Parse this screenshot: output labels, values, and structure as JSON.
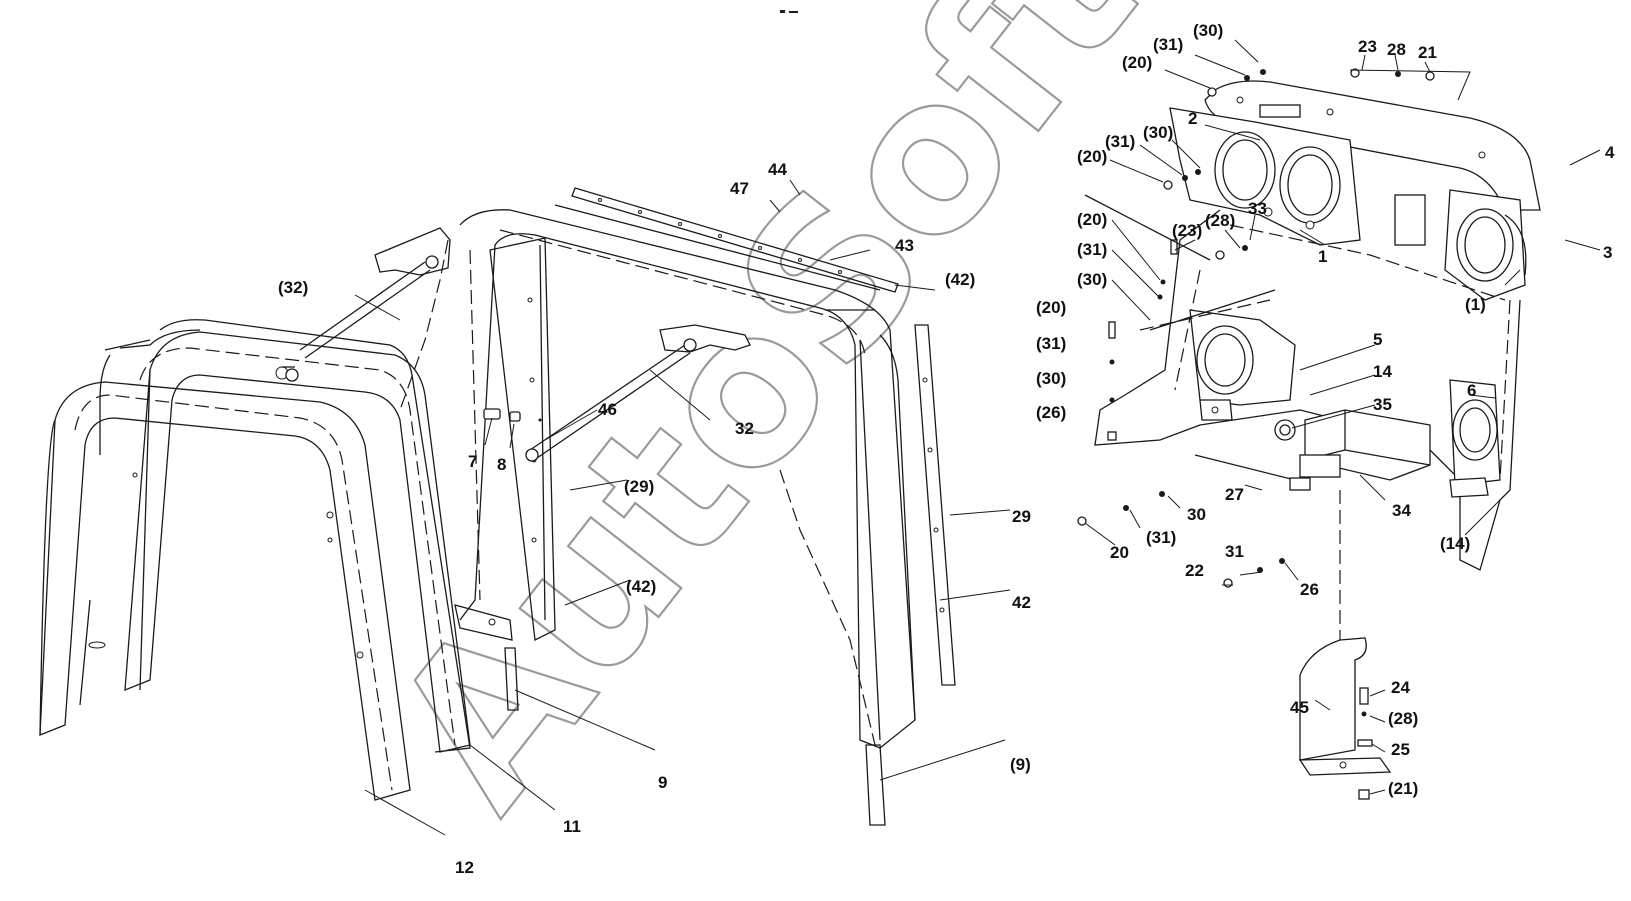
{
  "watermark": "AutoSoft",
  "callouts": [
    {
      "id": "c-30-top",
      "text": "(30)"
    },
    {
      "id": "c-31-top",
      "text": "(31)"
    },
    {
      "id": "c-20-top",
      "text": "(20)"
    },
    {
      "id": "c-23-top",
      "text": "23"
    },
    {
      "id": "c-28-top",
      "text": "28"
    },
    {
      "id": "c-21-top",
      "text": "21"
    },
    {
      "id": "c-2",
      "text": "2"
    },
    {
      "id": "c-30-b",
      "text": "(30)"
    },
    {
      "id": "c-31-b",
      "text": "(31)"
    },
    {
      "id": "c-20-b",
      "text": "(20)"
    },
    {
      "id": "c-4",
      "text": "4"
    },
    {
      "id": "c-3",
      "text": "3"
    },
    {
      "id": "c-1b",
      "text": "(1)"
    },
    {
      "id": "c-1",
      "text": "1"
    },
    {
      "id": "c-33",
      "text": "33"
    },
    {
      "id": "c-28-m",
      "text": "(28)"
    },
    {
      "id": "c-23-m",
      "text": "(23)"
    },
    {
      "id": "c-20-m",
      "text": "(20)"
    },
    {
      "id": "c-31-m",
      "text": "(31)"
    },
    {
      "id": "c-30-m",
      "text": "(30)"
    },
    {
      "id": "c-20-n",
      "text": "(20)"
    },
    {
      "id": "c-31-n",
      "text": "(31)"
    },
    {
      "id": "c-30-n",
      "text": "(30)"
    },
    {
      "id": "c-26-n",
      "text": "(26)"
    },
    {
      "id": "c-5",
      "text": "5"
    },
    {
      "id": "c-14",
      "text": "14"
    },
    {
      "id": "c-35",
      "text": "35"
    },
    {
      "id": "c-6",
      "text": "6"
    },
    {
      "id": "c-27",
      "text": "27"
    },
    {
      "id": "c-34",
      "text": "34"
    },
    {
      "id": "c-14b",
      "text": "(14)"
    },
    {
      "id": "c-30-l",
      "text": "30"
    },
    {
      "id": "c-31-l",
      "text": "(31)"
    },
    {
      "id": "c-20-l",
      "text": "20"
    },
    {
      "id": "c-31-s",
      "text": "31"
    },
    {
      "id": "c-22",
      "text": "22"
    },
    {
      "id": "c-26-s",
      "text": "26"
    },
    {
      "id": "c-24",
      "text": "24"
    },
    {
      "id": "c-28-s",
      "text": "(28)"
    },
    {
      "id": "c-25",
      "text": "25"
    },
    {
      "id": "c-21-s",
      "text": "(21)"
    },
    {
      "id": "c-45",
      "text": "45"
    },
    {
      "id": "c-44",
      "text": "44"
    },
    {
      "id": "c-47",
      "text": "47"
    },
    {
      "id": "c-43",
      "text": "43"
    },
    {
      "id": "c-42-top",
      "text": "(42)"
    },
    {
      "id": "c-32b",
      "text": "(32)"
    },
    {
      "id": "c-32",
      "text": "32"
    },
    {
      "id": "c-46",
      "text": "46"
    },
    {
      "id": "c-7",
      "text": "7"
    },
    {
      "id": "c-8",
      "text": "8"
    },
    {
      "id": "c-29b",
      "text": "(29)"
    },
    {
      "id": "c-42b",
      "text": "(42)"
    },
    {
      "id": "c-29",
      "text": "29"
    },
    {
      "id": "c-42",
      "text": "42"
    },
    {
      "id": "c-9",
      "text": "9"
    },
    {
      "id": "c-9b",
      "text": "(9)"
    },
    {
      "id": "c-11",
      "text": "11"
    },
    {
      "id": "c-12",
      "text": "12"
    }
  ]
}
